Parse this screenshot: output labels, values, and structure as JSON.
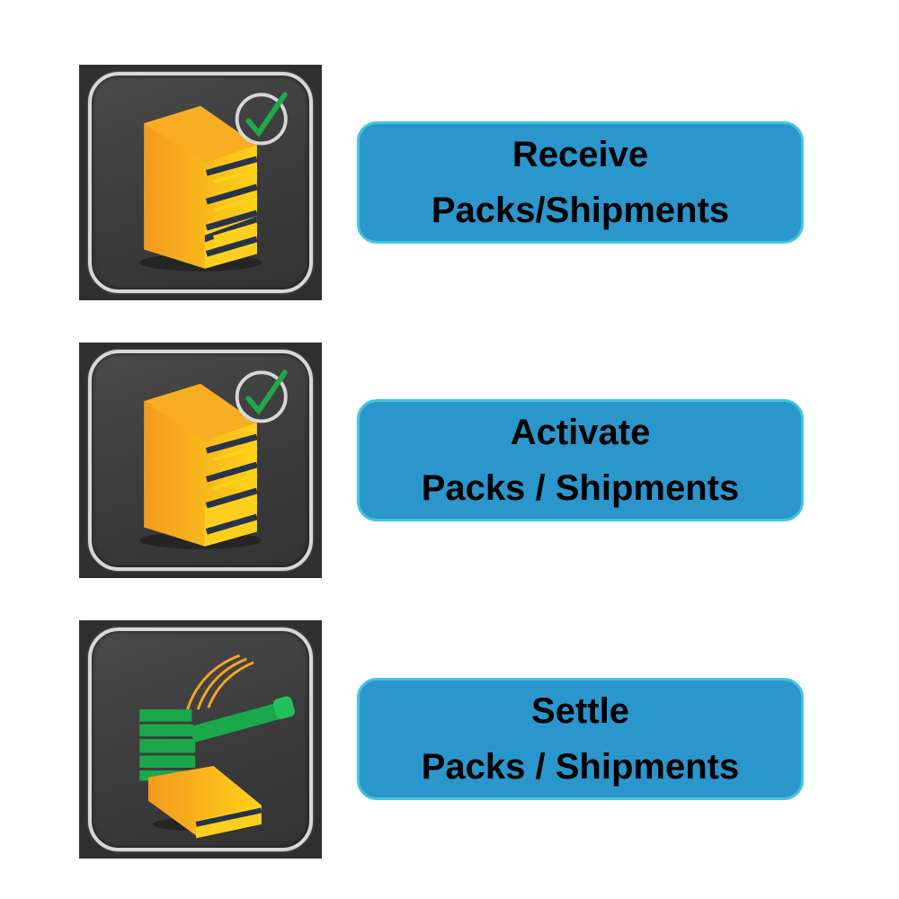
{
  "colors": {
    "button_fill": "#2b96cc",
    "button_border": "#3fc6dc",
    "tile_background": "#2f2f2f",
    "book_orange": "#f5a623",
    "book_yellow": "#ffd21a",
    "check_green": "#1faa4a",
    "gavel_green": "#1aa84a"
  },
  "actions": [
    {
      "icon": "books-stack-check-icon",
      "label_line1": "Receive",
      "label_line2": "Packs/Shipments"
    },
    {
      "icon": "books-stack-check-icon",
      "label_line1": "Activate",
      "label_line2": "Packs / Shipments"
    },
    {
      "icon": "gavel-book-icon",
      "label_line1": "Settle",
      "label_line2": "Packs / Shipments"
    }
  ]
}
